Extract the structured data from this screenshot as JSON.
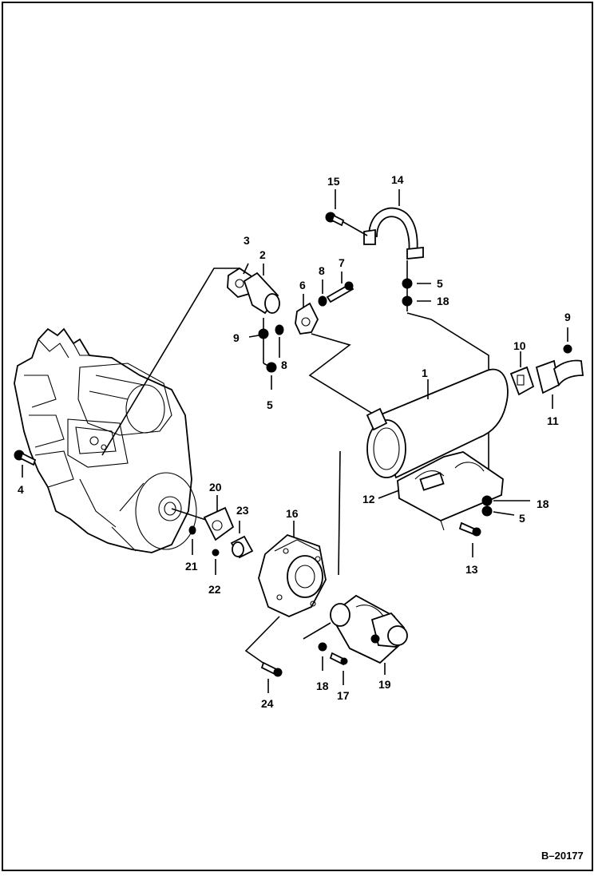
{
  "diagram": {
    "reference": "B–20177",
    "callouts": [
      {
        "id": "c1",
        "label": "1"
      },
      {
        "id": "c2",
        "label": "2"
      },
      {
        "id": "c3",
        "label": "3"
      },
      {
        "id": "c4",
        "label": "4"
      },
      {
        "id": "c5a",
        "label": "5"
      },
      {
        "id": "c5b",
        "label": "5"
      },
      {
        "id": "c5c",
        "label": "5"
      },
      {
        "id": "c6",
        "label": "6"
      },
      {
        "id": "c7",
        "label": "7"
      },
      {
        "id": "c8a",
        "label": "8"
      },
      {
        "id": "c8b",
        "label": "8"
      },
      {
        "id": "c9a",
        "label": "9"
      },
      {
        "id": "c9b",
        "label": "9"
      },
      {
        "id": "c10",
        "label": "10"
      },
      {
        "id": "c11",
        "label": "11"
      },
      {
        "id": "c12",
        "label": "12"
      },
      {
        "id": "c13",
        "label": "13"
      },
      {
        "id": "c14",
        "label": "14"
      },
      {
        "id": "c15",
        "label": "15"
      },
      {
        "id": "c16",
        "label": "16"
      },
      {
        "id": "c17",
        "label": "17"
      },
      {
        "id": "c18a",
        "label": "18"
      },
      {
        "id": "c18b",
        "label": "18"
      },
      {
        "id": "c18c",
        "label": "18"
      },
      {
        "id": "c19",
        "label": "19"
      },
      {
        "id": "c20",
        "label": "20"
      },
      {
        "id": "c21",
        "label": "21"
      },
      {
        "id": "c22",
        "label": "22"
      },
      {
        "id": "c23",
        "label": "23"
      },
      {
        "id": "c24",
        "label": "24"
      }
    ]
  }
}
